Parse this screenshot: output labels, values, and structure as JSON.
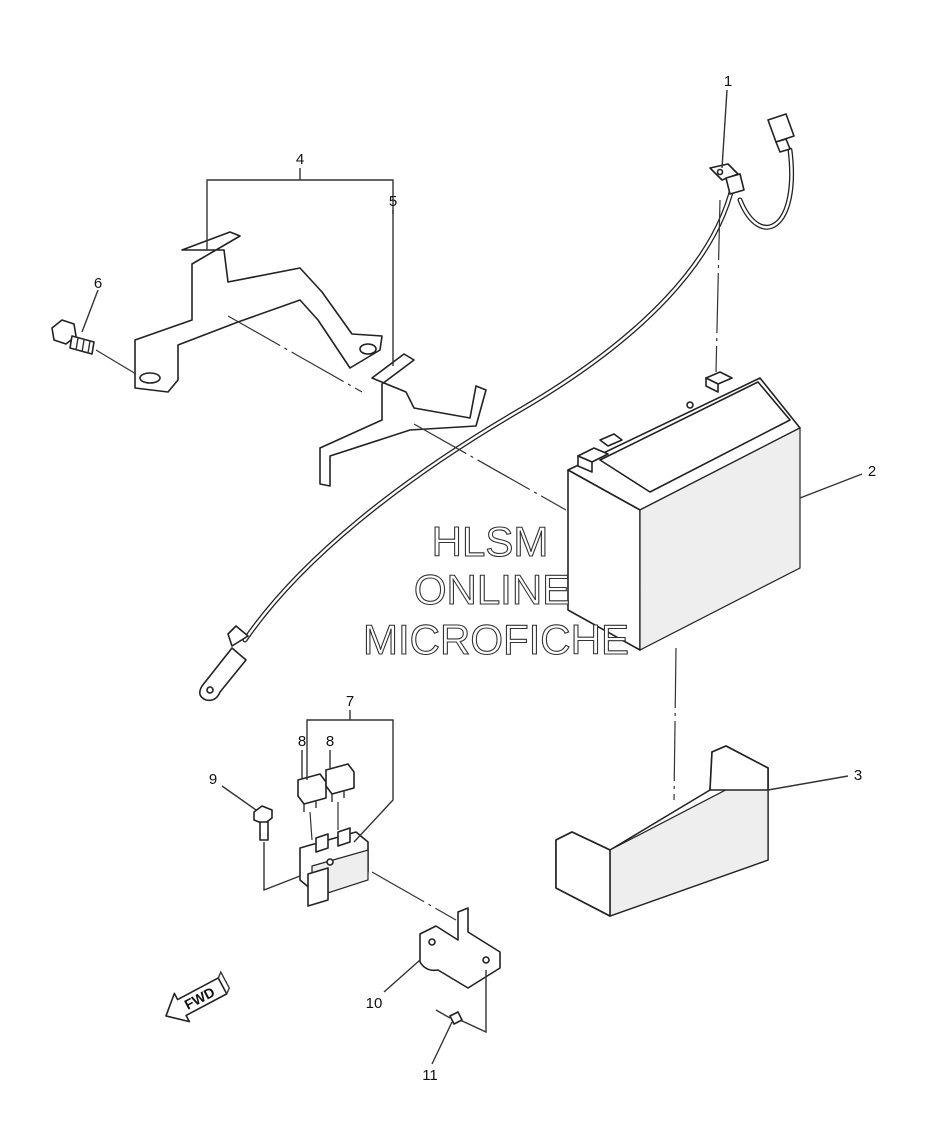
{
  "watermark": {
    "line1": "HLSM",
    "line2": "ONLINE",
    "line3": "MICROFICHE"
  },
  "direction_label": "FWD",
  "callouts": [
    {
      "id": "1",
      "label": "1"
    },
    {
      "id": "2",
      "label": "2"
    },
    {
      "id": "3",
      "label": "3"
    },
    {
      "id": "4",
      "label": "4"
    },
    {
      "id": "5",
      "label": "5"
    },
    {
      "id": "6",
      "label": "6"
    },
    {
      "id": "7",
      "label": "7"
    },
    {
      "id": "8a",
      "label": "8"
    },
    {
      "id": "8b",
      "label": "8"
    },
    {
      "id": "9",
      "label": "9"
    },
    {
      "id": "10",
      "label": "10"
    },
    {
      "id": "11",
      "label": "11"
    }
  ]
}
